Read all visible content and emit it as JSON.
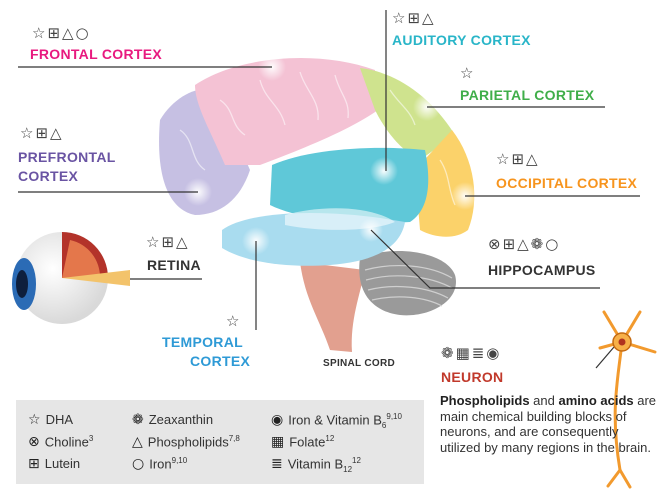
{
  "labels": {
    "frontal_cortex": "FRONTAL CORTEX",
    "auditory_cortex": "AUDITORY CORTEX",
    "parietal_cortex": "PARIETAL CORTEX",
    "prefrontal_cortex_line1": "PREFRONTAL",
    "prefrontal_cortex_line2": "CORTEX",
    "occipital_cortex": "OCCIPITAL CORTEX",
    "retina": "RETINA",
    "hippocampus": "HIPPOCAMPUS",
    "temporal_cortex_line1": "TEMPORAL",
    "temporal_cortex_line2": "CORTEX",
    "spinal_cord": "SPINAL CORD",
    "neuron": "NEURON"
  },
  "nutrient_icons": {
    "frontal_cortex": "☆⊞△○",
    "auditory_cortex": "☆⊞△",
    "parietal_cortex": "☆",
    "prefrontal_cortex": "☆⊞△",
    "occipital_cortex": "☆⊞△",
    "retina": "☆⊞△",
    "hippocampus": "⊗⊞△❁○",
    "temporal_cortex": "☆",
    "neuron": "❁▦≣◉"
  },
  "legend": {
    "dha": {
      "glyph": "☆",
      "label": "DHA"
    },
    "choline": {
      "glyph": "⊗",
      "label": "Choline",
      "sup": "3"
    },
    "lutein": {
      "glyph": "⊞",
      "label": "Lutein"
    },
    "zeaxanthin": {
      "glyph": "❁",
      "label": "Zeaxanthin"
    },
    "phospholipids": {
      "glyph": "△",
      "label": "Phospholipids",
      "sup": "7,8"
    },
    "iron": {
      "glyph": "○",
      "label": "Iron",
      "sup": "9,10"
    },
    "iron_b6": {
      "glyph": "◉",
      "label": "Iron & Vitamin B",
      "sub": "6",
      "sup": "9,10"
    },
    "folate": {
      "glyph": "▦",
      "label": "Folate",
      "sup": "12"
    },
    "vitamin_b12": {
      "glyph": "≣",
      "label": "Vitamin B",
      "sub": "12",
      "sup": "12"
    }
  },
  "neuron_text": {
    "bold1": "Phospholipids",
    "and": " and ",
    "bold2": "amino acids",
    "rest": " are main chemical building blocks of neurons, and are consequently utilized by many regions in the brain."
  },
  "colors": {
    "frontal": "#e8197f",
    "auditory": "#29b5c8",
    "parietal": "#3fae49",
    "prefrontal": "#6a54a3",
    "occipital": "#f7941d",
    "retina": "#333333",
    "hippocampus": "#333333",
    "temporal": "#2e9ad6",
    "neuron": "#c1392b"
  }
}
